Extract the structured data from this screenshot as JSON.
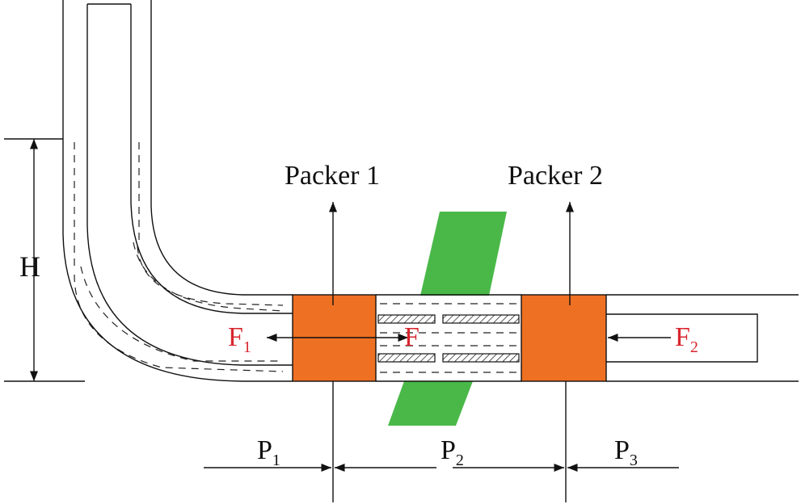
{
  "labels": {
    "packer1": "Packer 1",
    "packer2": "Packer 2",
    "height": "H",
    "force": "F",
    "force1_main": "F",
    "force1_sub": "1",
    "force2_main": "F",
    "force2_sub": "2",
    "pressure1_main": "P",
    "pressure1_sub": "1",
    "pressure2_main": "P",
    "pressure2_sub": "2",
    "pressure3_main": "P",
    "pressure3_sub": "3"
  },
  "colors": {
    "packer": "#ee7023",
    "fracture": "#4ab848",
    "force_label": "#d8262e",
    "line": "#111111"
  }
}
